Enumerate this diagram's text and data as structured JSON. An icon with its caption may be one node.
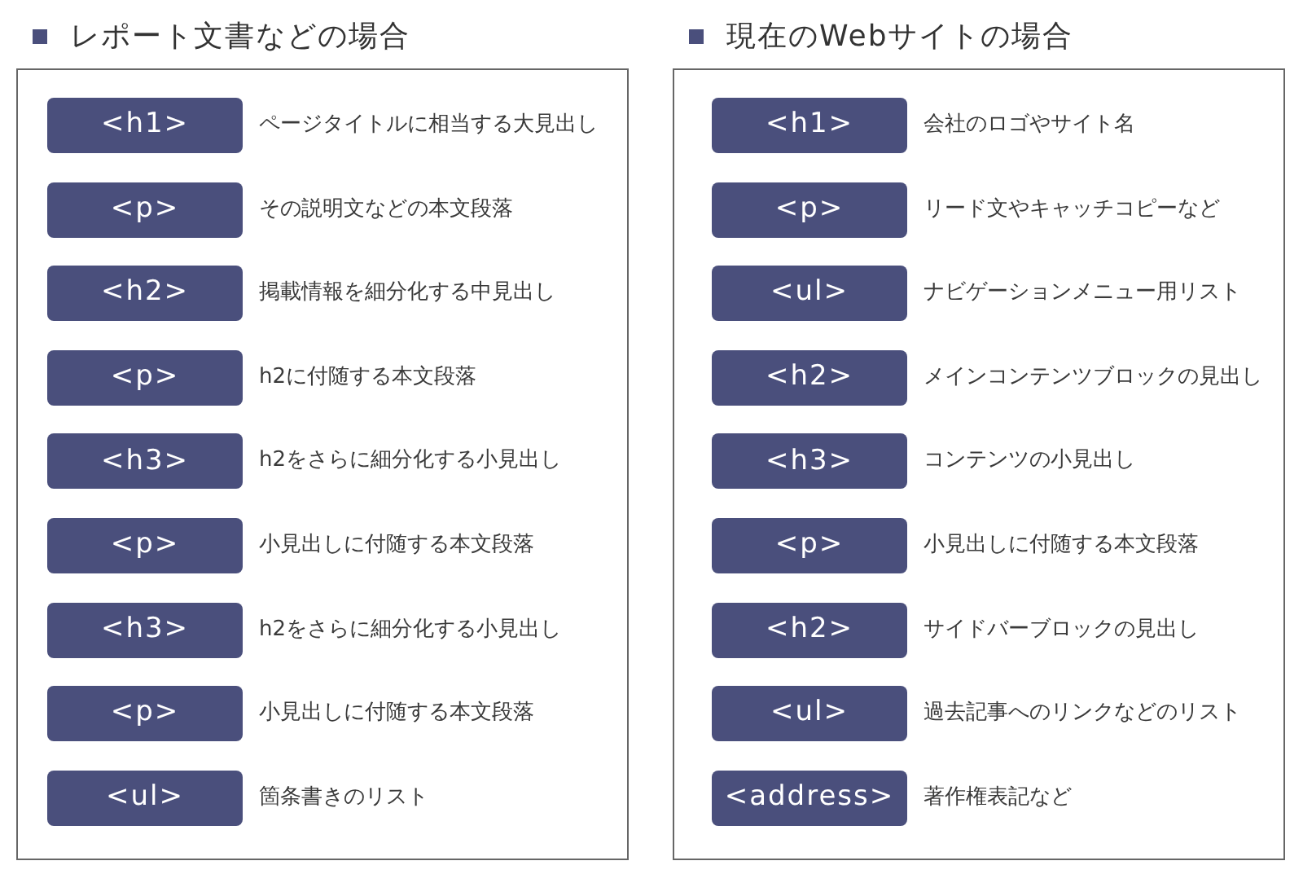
{
  "diagram": {
    "nodes": [
      {
        "text": [
          "レポート文書などの場合"
        ]
      },
      {
        "text": [
          "<h1>"
        ],
        "in": 0,
        "beside": [
          "ページタイトルに相当する大見出し"
        ]
      },
      {
        "text": [
          "<p>"
        ],
        "in": 0,
        "beside": [
          "その説明文などの本文段落"
        ]
      },
      {
        "text": [
          "<h2>"
        ],
        "in": 0,
        "beside": [
          "掲載情報を細分化する中見出し"
        ]
      },
      {
        "text": [
          "<p>"
        ],
        "in": 0,
        "beside": [
          "h2に付随する本文段落"
        ]
      },
      {
        "text": [
          "<h3>"
        ],
        "in": 0,
        "beside": [
          "h2をさらに細分化する小見出し"
        ]
      },
      {
        "text": [
          "<p>"
        ],
        "in": 0,
        "beside": [
          "小見出しに付随する本文段落"
        ]
      },
      {
        "text": [
          "<h3>"
        ],
        "in": 0,
        "beside": [
          "h2をさらに細分化する小見出し"
        ]
      },
      {
        "text": [
          "<p>"
        ],
        "in": 0,
        "beside": [
          "小見出しに付随する本文段落"
        ]
      },
      {
        "text": [
          "<ul>"
        ],
        "in": 0,
        "beside": [
          "箇条書きのリスト"
        ]
      },
      {
        "text": [
          "現在のWebサイトの場合"
        ]
      },
      {
        "text": [
          "<h1>"
        ],
        "in": 10,
        "beside": [
          "会社のロゴやサイト名"
        ]
      },
      {
        "text": [
          "<p>"
        ],
        "in": 10,
        "beside": [
          "リード文やキャッチコピーなど"
        ]
      },
      {
        "text": [
          "<ul>"
        ],
        "in": 10,
        "beside": [
          "ナビゲーションメニュー用リスト"
        ]
      },
      {
        "text": [
          "<h2>"
        ],
        "in": 10,
        "beside": [
          "メインコンテンツブロックの見出し"
        ]
      },
      {
        "text": [
          "<h3>"
        ],
        "in": 10,
        "beside": [
          "コンテンツの小見出し"
        ]
      },
      {
        "text": [
          "<p>"
        ],
        "in": 10,
        "beside": [
          "小見出しに付随する本文段落"
        ]
      },
      {
        "text": [
          "<h2>"
        ],
        "in": 10,
        "beside": [
          "サイドバーブロックの見出し"
        ]
      },
      {
        "text": [
          "<ul>"
        ],
        "in": 10,
        "beside": [
          "過去記事へのリンクなどのリスト"
        ]
      },
      {
        "text": [
          "<address>"
        ],
        "in": 10,
        "beside": [
          "著作権表記など"
        ]
      }
    ]
  }
}
